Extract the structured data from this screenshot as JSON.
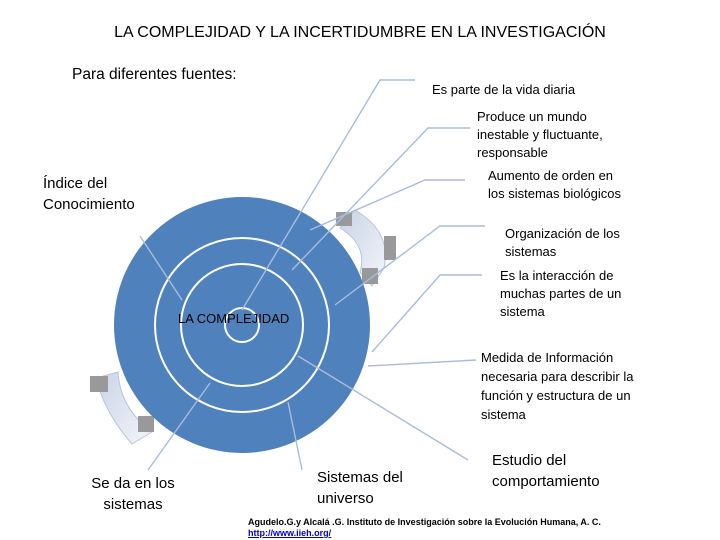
{
  "title": "LA COMPLEJIDAD Y LA INCERTIDUMBRE EN LA INVESTIGACIÓN",
  "subtitle": "Para diferentes fuentes:",
  "center_label": "LA COMPLEJIDAD",
  "labels": {
    "vida_diaria": "Es parte de la  vida diaria",
    "produce": [
      "Produce un mundo",
      "inestable y fluctuante,",
      "responsable"
    ],
    "orden": [
      "Aumento de orden en",
      "los sistemas biológicos"
    ],
    "organizacion": [
      "Organización de los",
      "sistemas"
    ],
    "interaccion": [
      "Es la interacción de",
      "muchas partes de un",
      "sistema"
    ],
    "medida": [
      "Medida de Información",
      "necesaria para describir la",
      "función y estructura de un",
      "sistema"
    ],
    "estudio": [
      "Estudio del",
      "comportamiento"
    ],
    "sistemas_universo": [
      "Sistemas del",
      "universo"
    ],
    "se_da": [
      "Se da en los",
      "sistemas"
    ],
    "indice": [
      "Índice del",
      "Conocimiento"
    ]
  },
  "credit": {
    "text": "Agudelo.G.y Alcalá .G. Instituto de Investigación sobre la Evolución Humana, A. C.",
    "link": "http://www.iieh.org/"
  },
  "colors": {
    "circle_fill": "#4f81bd",
    "ring_stroke": "#ffffff",
    "leader_line": "#9fb4dc"
  }
}
